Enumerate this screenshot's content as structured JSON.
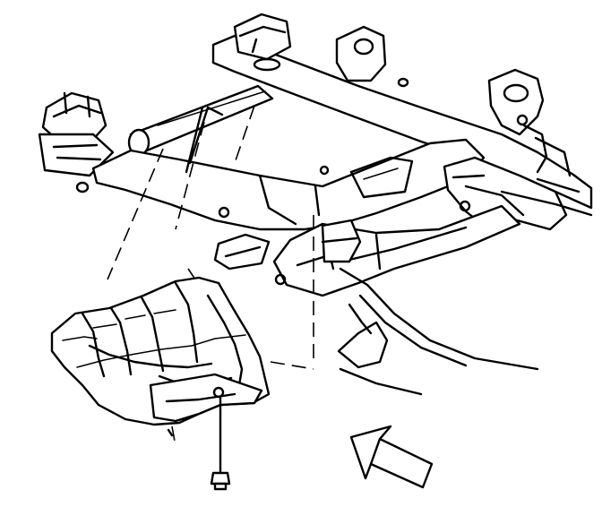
{
  "diagram": {
    "kind": "exploded-view-illustration",
    "colors": {
      "ink": "#000000",
      "background": "#ffffff"
    },
    "parts": [
      {
        "id": "frame-crossmember",
        "icon": "vehicle-frame-drawing"
      },
      {
        "id": "skid-plate-shield",
        "icon": "skid-plate-drawing"
      },
      {
        "id": "mounting-bolt",
        "icon": "bolt-icon"
      },
      {
        "id": "direction-arrow",
        "icon": "arrow-icon"
      }
    ]
  }
}
